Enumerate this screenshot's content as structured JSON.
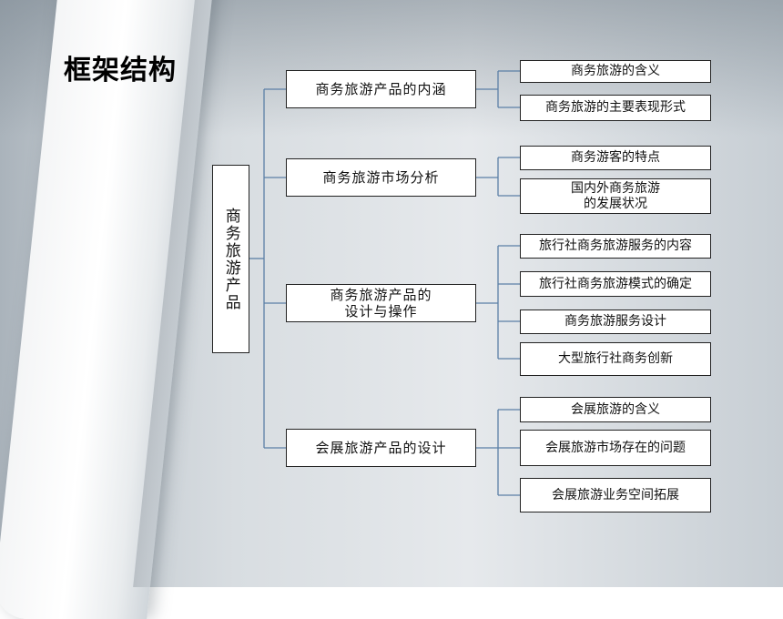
{
  "title": "框架结构",
  "root": "商务旅游产品",
  "branches": [
    {
      "label": "商务旅游产品的内涵",
      "children": [
        "商务旅游的含义",
        "商务旅游的主要表现形式"
      ]
    },
    {
      "label": "商务旅游市场分析",
      "children": [
        "商务游客的特点",
        "国内外商务旅游\n的发展状况"
      ]
    },
    {
      "label": "商务旅游产品的\n设计与操作",
      "children": [
        "旅行社商务旅游服务的内容",
        "旅行社商务旅游模式的确定",
        "商务旅游服务设计",
        "大型旅行社商务创新"
      ]
    },
    {
      "label": "会展旅游产品的设计",
      "children": [
        "会展旅游的含义",
        "会展旅游市场存在的问题",
        "会展旅游业务空间拓展"
      ]
    }
  ],
  "colors": {
    "connector": "#5b7fa6",
    "box_border": "#222222",
    "box_fill": "#ffffff"
  }
}
